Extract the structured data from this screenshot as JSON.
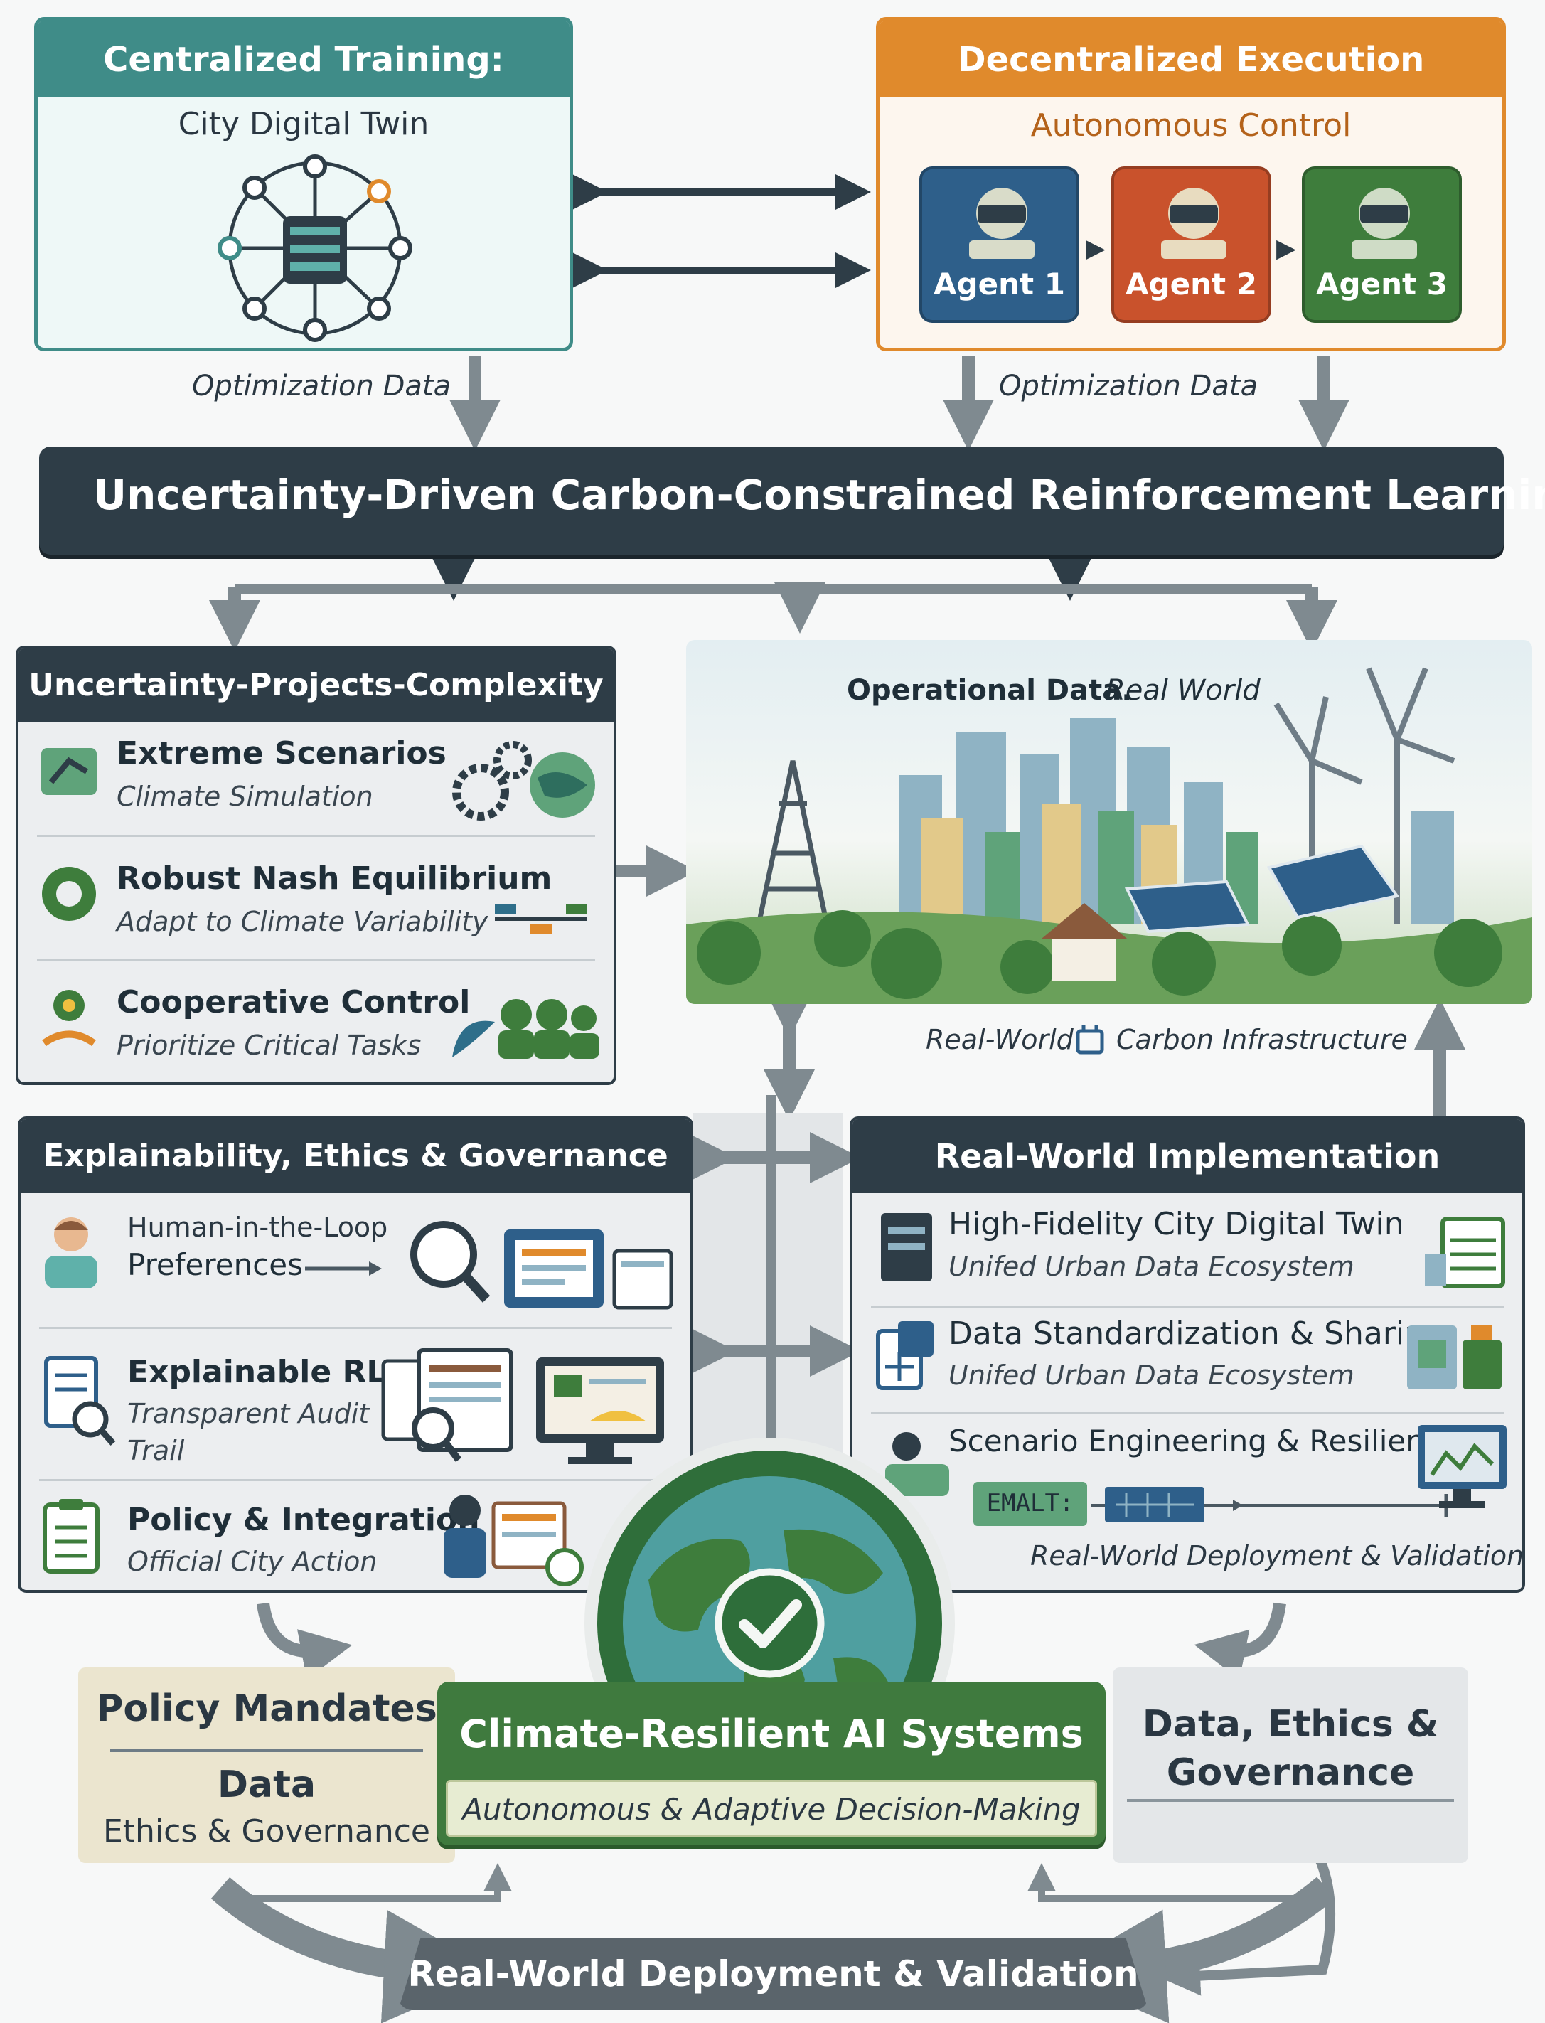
{
  "centralized": {
    "header": "Centralized Training:",
    "subtitle": "City Digital Twin",
    "colors": {
      "header": "#3f8c88",
      "border": "#3f8c88",
      "fill": "#eef8f7"
    }
  },
  "decentralized": {
    "header": "Decentralized Execution",
    "subtitle": "Autonomous Control",
    "agents": [
      {
        "label": "Agent 1",
        "color": "#2e5f8a"
      },
      {
        "label": "Agent 2",
        "color": "#c9522c"
      },
      {
        "label": "Agent 3",
        "color": "#3e7d3c"
      }
    ],
    "colors": {
      "header": "#e08a2c",
      "border": "#e08a2c",
      "fill": "#fdf6ee"
    }
  },
  "optimization_left": "Optimization Data",
  "optimization_right": "Optimization Data",
  "main_bar": "Uncertainty-Driven Carbon-Constrained Reinforcement Learning",
  "uncertainty_panel": {
    "header": "Uncertainty-Projects-Complexity",
    "items": [
      {
        "title": "Extreme Scenarios",
        "subtitle": "Climate Simulation"
      },
      {
        "title": "Robust Nash Equilibrium",
        "subtitle": "Adapt to Climate Variability"
      },
      {
        "title": "Cooperative Control",
        "subtitle": "Prioritize Critical Tasks"
      }
    ]
  },
  "operational": {
    "title_bold": "Operational Data.",
    "title_italic": "Real World",
    "caption_left": "Real-World",
    "caption_right": "Carbon Infrastructure"
  },
  "ethics_panel": {
    "header": "Explainability, Ethics & Governance",
    "items": [
      {
        "title_line1": "Human-in-the-Loop",
        "title_line2": "Preferences"
      },
      {
        "title": "Explainable RL",
        "subtitle_line1": "Transparent Audit",
        "subtitle_line2": "Trail"
      },
      {
        "title": "Policy & Integration",
        "subtitle": "Official City Action"
      }
    ]
  },
  "implementation_panel": {
    "header": "Real-World Implementation",
    "items": [
      {
        "title": "High-Fidelity City Digital Twin",
        "subtitle": "Unifed Urban Data Ecosystem"
      },
      {
        "title": "Data Standardization & Sharing",
        "subtitle": "Unifed Urban Data Ecosystem"
      },
      {
        "title": "Scenario Engineering & Resilience",
        "chip": "EMALT:"
      }
    ],
    "footer": "Real-World Deployment & Validation"
  },
  "bottom": {
    "policy_mandates": "Policy Mandates",
    "data_label": "Data",
    "ethics_governance": "Ethics & Governance",
    "center_title": "Climate-Resilient AI Systems",
    "center_subtitle": "Autonomous & Adaptive Decision-Making",
    "right_line1": "Data, Ethics &",
    "right_line2": "Governance",
    "deployment_bar": "Real-World Deployment & Validation"
  },
  "colors": {
    "dark_header": "#2e3d47",
    "green": "#3f7a3e",
    "arrow": "#7f8a90",
    "panel_fill": "#eceef0"
  }
}
